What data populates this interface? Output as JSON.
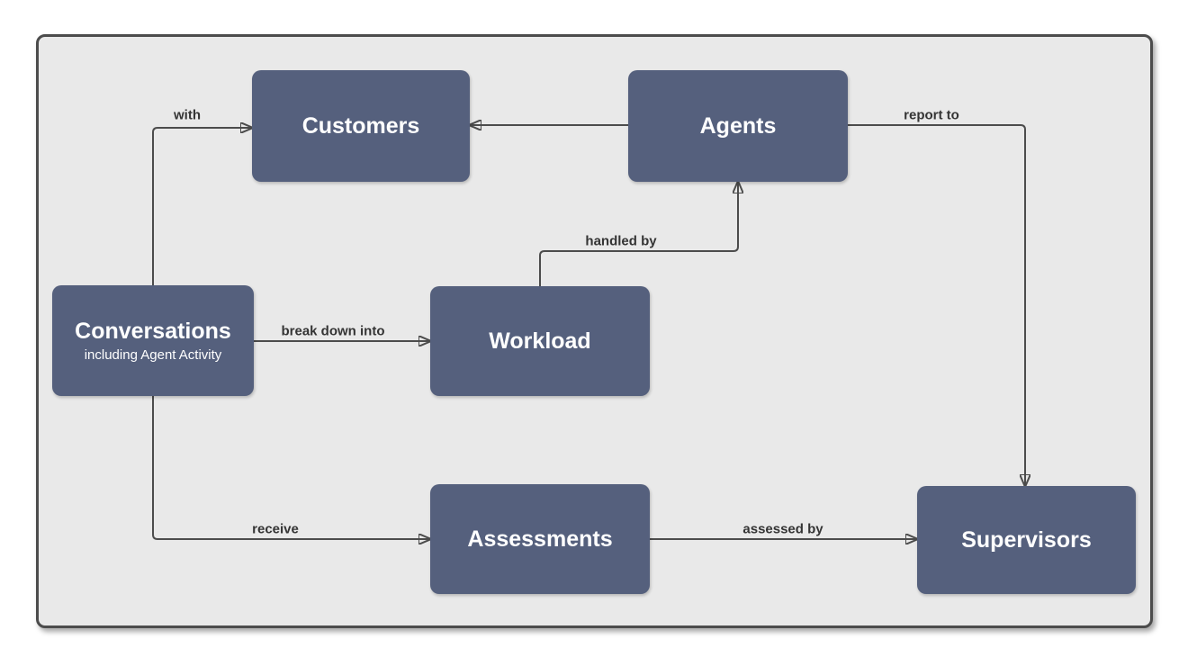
{
  "diagram": {
    "nodes": [
      {
        "id": "customers",
        "label": "Customers"
      },
      {
        "id": "agents",
        "label": "Agents"
      },
      {
        "id": "conversations",
        "label": "Conversations",
        "sublabel": "including Agent Activity"
      },
      {
        "id": "workload",
        "label": "Workload"
      },
      {
        "id": "assessments",
        "label": "Assessments"
      },
      {
        "id": "supervisors",
        "label": "Supervisors"
      }
    ],
    "edges": [
      {
        "id": "with",
        "label": "with",
        "from": "conversations",
        "to": "customers"
      },
      {
        "id": "agents-customers",
        "label": "",
        "from": "agents",
        "to": "customers"
      },
      {
        "id": "report-to",
        "label": "report to",
        "from": "agents",
        "to": "supervisors"
      },
      {
        "id": "handled-by",
        "label": "handled by",
        "from": "workload",
        "to": "agents"
      },
      {
        "id": "break-down-into",
        "label": "break down into",
        "from": "conversations",
        "to": "workload"
      },
      {
        "id": "receive",
        "label": "receive",
        "from": "conversations",
        "to": "assessments"
      },
      {
        "id": "assessed-by",
        "label": "assessed by",
        "from": "assessments",
        "to": "supervisors"
      }
    ],
    "colors": {
      "node_fill": "#55607d",
      "node_text": "#ffffff",
      "line": "#4c4c4c",
      "label_text": "#343434",
      "canvas_fill": "#e9e9e9",
      "canvas_border": "#4c4c4c"
    }
  }
}
